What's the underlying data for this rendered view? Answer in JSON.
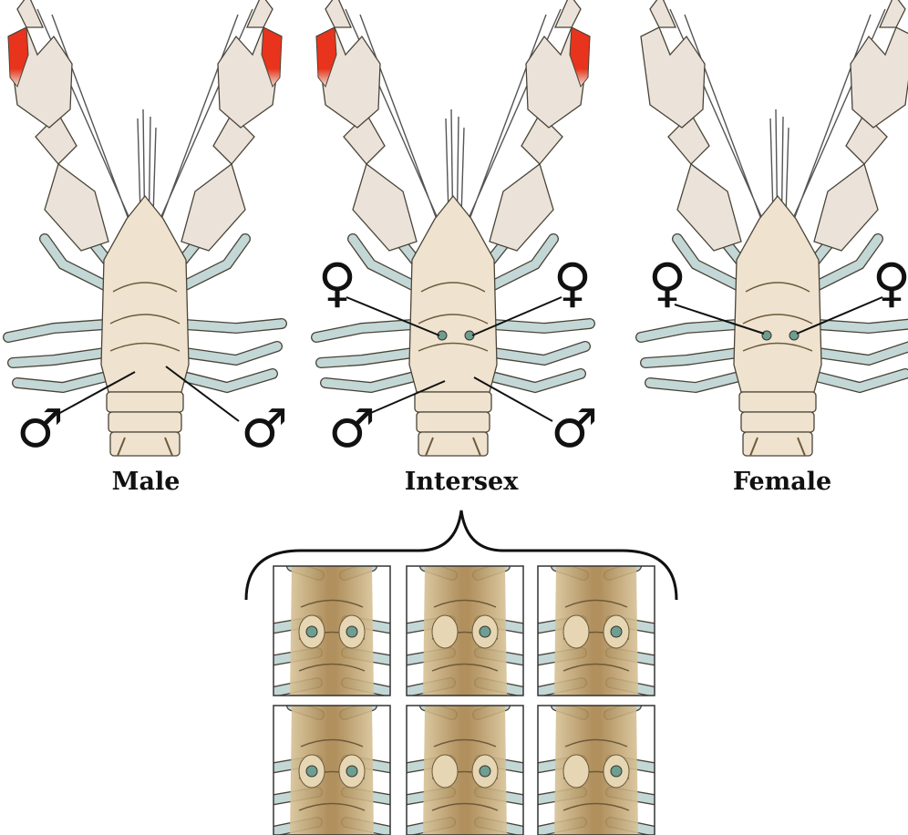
{
  "figure": {
    "specimens": [
      {
        "label": "Male",
        "red_claws": true,
        "female_pores": 0
      },
      {
        "label": "Intersex",
        "red_claws": true,
        "female_pores": 2
      },
      {
        "label": "Female",
        "red_claws": false,
        "female_pores": 2
      }
    ],
    "symbols": {
      "male": "♂",
      "female": "♀"
    },
    "pore_panels": {
      "rows": 2,
      "cols": 3
    },
    "colors": {
      "claw_highlight": "#e8341c",
      "body": "#e3cfa6",
      "legs": "#c3d8d6",
      "outline": "#4a4438",
      "pore": "#6e9e8f"
    }
  }
}
